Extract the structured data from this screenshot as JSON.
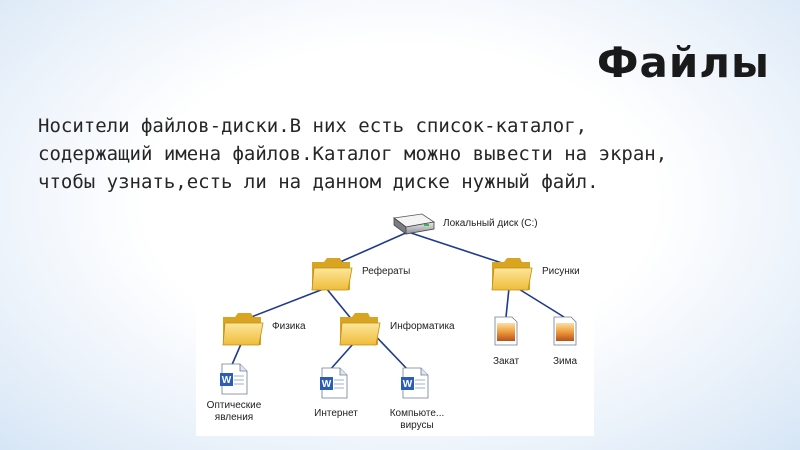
{
  "slide": {
    "title": "Файлы",
    "text_lines": [
      "Носители файлов-диски.В них есть список-каталог,",
      "содержащий имена файлов.Каталог можно вывести на экран,",
      "чтобы узнать,есть ли на данном диске нужный файл."
    ]
  },
  "diagram": {
    "disk": {
      "label": "Локальный диск (С:)",
      "icon": "hard-drive-icon"
    },
    "folders": [
      {
        "label": "Рефераты",
        "icon": "folder-icon"
      },
      {
        "label": "Рисунки",
        "icon": "folder-icon"
      },
      {
        "label": "Физика",
        "icon": "folder-icon"
      },
      {
        "label": "Информатика",
        "icon": "folder-icon"
      }
    ],
    "files": [
      {
        "label_lines": [
          "Оптические",
          "явления"
        ],
        "icon": "word-document-icon"
      },
      {
        "label_lines": [
          "Интернет"
        ],
        "icon": "word-document-icon"
      },
      {
        "label_lines": [
          "Компьюте...",
          "вирусы"
        ],
        "icon": "word-document-icon"
      },
      {
        "label_lines": [
          "Закат"
        ],
        "icon": "image-file-icon"
      },
      {
        "label_lines": [
          "Зима"
        ],
        "icon": "image-file-icon"
      }
    ],
    "colors": {
      "connector": "#1f3a8c",
      "folder": "#f3c94a",
      "folder_dark": "#d9a520",
      "word_blue": "#2b5db5",
      "image_orange": "#e8772e"
    }
  }
}
